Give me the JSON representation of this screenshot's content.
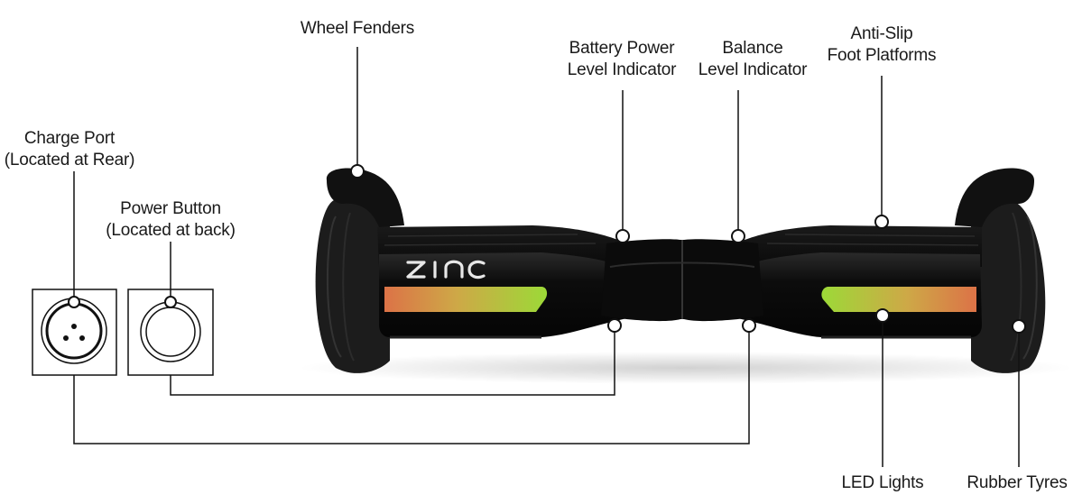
{
  "callouts": {
    "wheel_fenders": {
      "line1": "Wheel Fenders"
    },
    "battery_indicator": {
      "line1": "Battery Power",
      "line2": "Level Indicator"
    },
    "balance_indicator": {
      "line1": "Balance",
      "line2": "Level Indicator"
    },
    "foot_platforms": {
      "line1": "Anti-Slip",
      "line2": "Foot Platforms"
    },
    "charge_port": {
      "line1": "Charge Port",
      "line2": "(Located at Rear)"
    },
    "power_button": {
      "line1": "Power Button",
      "line2": "(Located at back)"
    },
    "led_lights": {
      "line1": "LED Lights"
    },
    "rubber_tyres": {
      "line1": "Rubber Tyres"
    }
  },
  "brand": {
    "logo_text": "ZINC"
  },
  "colors": {
    "body": "#0d0d0d",
    "tyre": "#1c1c1c",
    "led_orange": "#e88a4a",
    "led_green": "#9fe03a",
    "line": "#111111"
  }
}
